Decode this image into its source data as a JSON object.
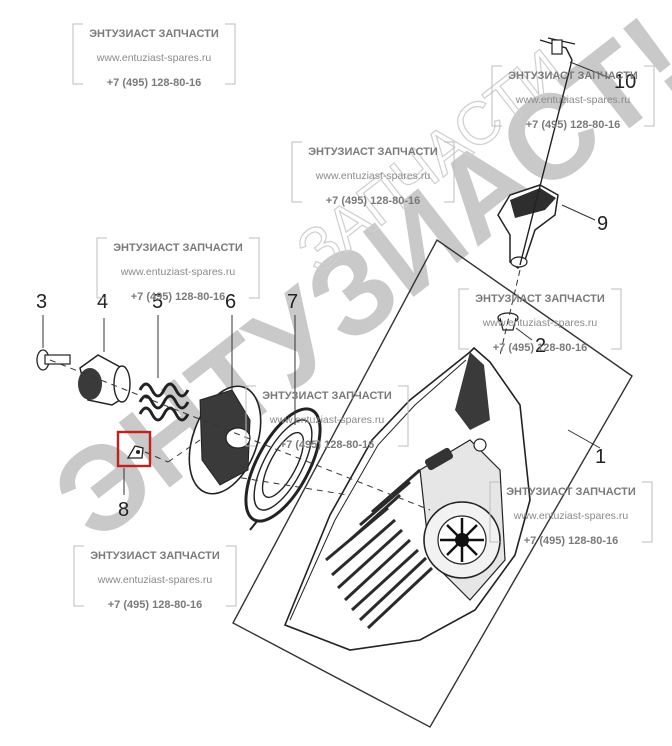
{
  "watermark": {
    "title": "ЭНТУЗИАСТ ЗАПЧАСТИ",
    "url": "www.entuziast-spares.ru",
    "phone": "+7 (495) 128-80-16",
    "big_text": "ЭНТУЗИАСТ!",
    "thin_text": "ЗАПЧАСТИ",
    "color": "#c9c9c9"
  },
  "callouts": [
    "1",
    "2",
    "3",
    "4",
    "5",
    "6",
    "7",
    "8",
    "9",
    "10"
  ],
  "highlight_color": "#c0201f"
}
